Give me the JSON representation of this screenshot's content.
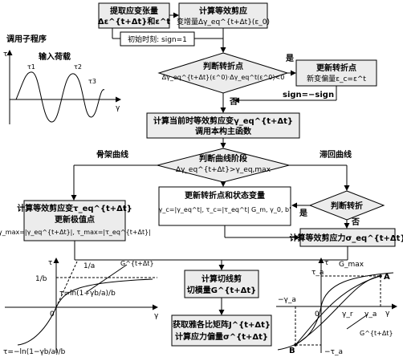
{
  "flow": {
    "extract": [
      "提取应变张量",
      "Δε^{t+Δt}和ε^t"
    ],
    "compute_increment": [
      "计算等效剪应",
      "变增量Δγ_eq^{t+Δt}(ε_0)"
    ],
    "call_subroutine": "调用子程序",
    "initial": "初始时刻: sign=1",
    "judge_turn": [
      "判断转折点",
      "Δγ_eq^{t+Δt}(ε^0)·Δγ_eq^t(ε^0)<0"
    ],
    "yes": "是",
    "no": "否",
    "update_turn": [
      "更新转折点",
      "新变偏量ε_c=ε^t"
    ],
    "sign_flip": "sign=−sign",
    "compute_current": [
      "计算当前时等效剪应变γ_eq^{t+Δt}",
      "调用本构主函数"
    ],
    "judge_stage": [
      "判断曲线阶段",
      "Δγ_eq^{t+Δt}>γ_eq,max"
    ],
    "backbone": "骨架曲线",
    "hysteresis": "滞回曲线",
    "compute_backbone": [
      "计算等效剪应变τ_eq^{t+Δt}",
      "更新极值点",
      "γ_max=|γ_eq^{t+Δt}|, τ_max=|τ_eq^{t+Δt}|"
    ],
    "update_state": [
      "更新转折点和状态变量",
      "γ_c=|γ_eq^t|, τ_c=|τ_eq^t| G_m, γ_0, b'"
    ],
    "judge_turn2": "判断转折",
    "compute_stress": "计算等效剪应力σ_eq^{t+Δt}",
    "tangent": [
      "计算切线剪",
      "切模量G^{t+Δt}"
    ],
    "jacobian": [
      "获取雅各比矩阵J^{t+Δt}",
      "计算应力偏量σ^{t+Δt}"
    ]
  },
  "load_plot": {
    "title": "输入荷载",
    "y_axis": "τ",
    "x_axis": "γ",
    "labels": [
      "τ1",
      "τ2",
      "τ3"
    ]
  },
  "backbone_plot": {
    "y_axis": "τ",
    "x_axis": "γ",
    "label_1b": "1/b",
    "label_slope": "1/a",
    "label_g": "G^{t+Δt}",
    "upper_eq": "τ=ln(1+γb/a)/b",
    "lower_eq": "τ=−ln(1−γb/a)/b",
    "origin": "0"
  },
  "hysteresis_plot": {
    "y_axis": "τ",
    "x_axis": "γ",
    "g_max": "G_max",
    "tau_a": "τ_a",
    "neg_tau_a": "−τ_a",
    "gamma_a": "γ_a",
    "neg_gamma_a": "−γ_a",
    "gamma_r": "γ_r",
    "point_a": "A",
    "point_b": "B",
    "g_label": "G^{t+Δt}",
    "origin": "0"
  }
}
